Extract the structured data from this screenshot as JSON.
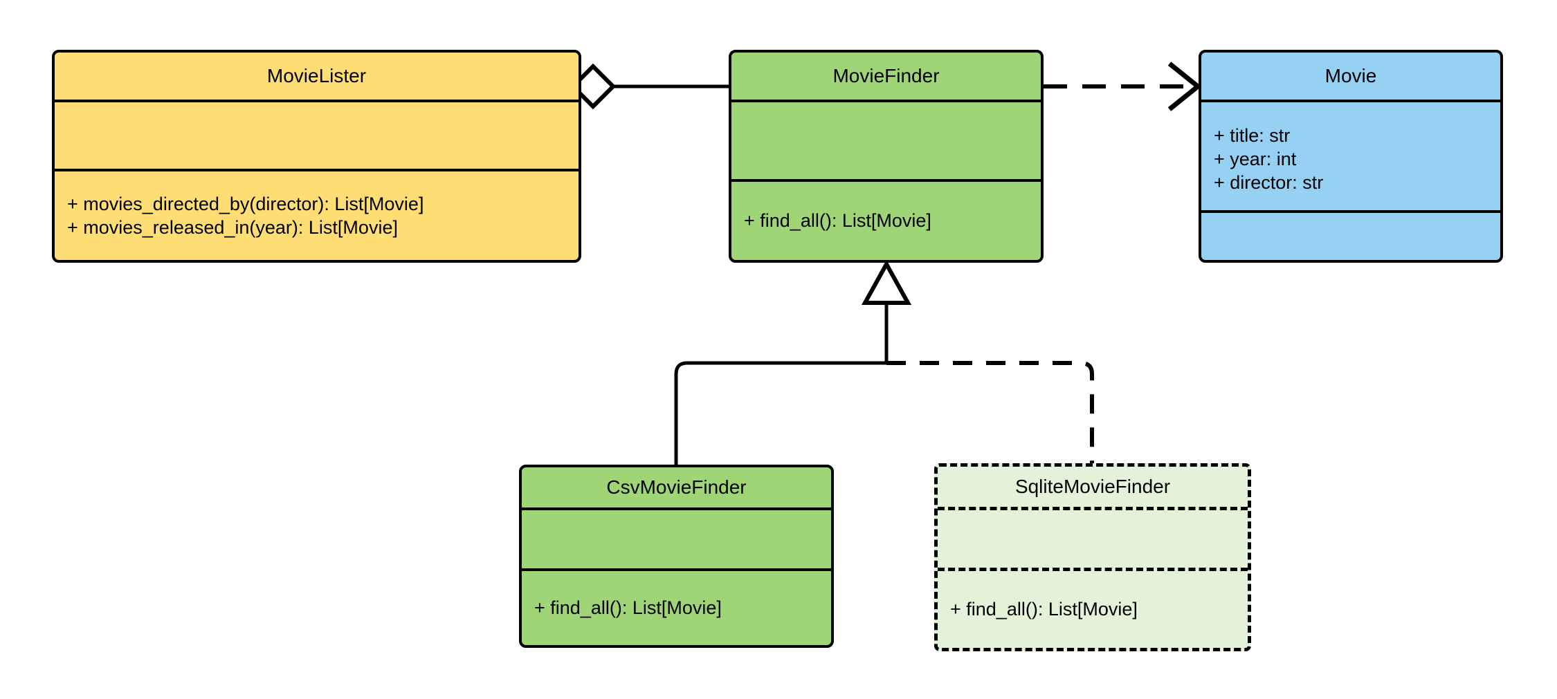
{
  "diagram": {
    "kind": "uml-class-diagram",
    "title": "Movie finder dependency-injection class diagram",
    "background": "#ffffff",
    "line_color": "#000000"
  },
  "palette": {
    "yellow": "#ffdd75",
    "green": "#9fd477",
    "blue": "#96d0f2",
    "pale_green": "#e3f2d9",
    "stroke": "#000000"
  },
  "classes": {
    "movie_lister": {
      "name": "MovieLister",
      "fill": "#ffdd75",
      "border_style": "solid",
      "attributes": [],
      "operations": [
        "+ movies_directed_by(director): List[Movie]",
        "+ movies_released_in(year): List[Movie]"
      ]
    },
    "movie_finder": {
      "name": "MovieFinder",
      "fill": "#9fd477",
      "border_style": "solid",
      "attributes": [],
      "operations": [
        "+ find_all(): List[Movie]"
      ]
    },
    "movie": {
      "name": "Movie",
      "fill": "#96d0f2",
      "border_style": "solid",
      "attributes": [
        "+ title: str",
        "+ year: int",
        "+ director: str"
      ],
      "operations": []
    },
    "csv_movie_finder": {
      "name": "CsvMovieFinder",
      "fill": "#9fd477",
      "border_style": "solid",
      "attributes": [],
      "operations": [
        "+ find_all(): List[Movie]"
      ]
    },
    "sqlite_movie_finder": {
      "name": "SqliteMovieFinder",
      "fill": "#e3f2d9",
      "border_style": "dashed",
      "attributes": [],
      "operations": [
        "+ find_all(): List[Movie]"
      ]
    }
  },
  "relationships": [
    {
      "id": "aggregation",
      "type": "aggregation",
      "from": "MovieLister",
      "to": "MovieFinder",
      "line_style": "solid",
      "source_marker": "hollow-diamond",
      "target_marker": "none",
      "label": ""
    },
    {
      "id": "dependency",
      "type": "dependency",
      "from": "MovieFinder",
      "to": "Movie",
      "line_style": "dashed",
      "source_marker": "none",
      "target_marker": "open-arrow",
      "label": ""
    },
    {
      "id": "generalization-csv",
      "type": "generalization",
      "from": "CsvMovieFinder",
      "to": "MovieFinder",
      "line_style": "solid",
      "source_marker": "none",
      "target_marker": "hollow-triangle",
      "label": ""
    },
    {
      "id": "generalization-sqlite",
      "type": "generalization",
      "from": "SqliteMovieFinder",
      "to": "MovieFinder",
      "line_style": "dashed",
      "source_marker": "none",
      "target_marker": "hollow-triangle",
      "label": ""
    }
  ]
}
